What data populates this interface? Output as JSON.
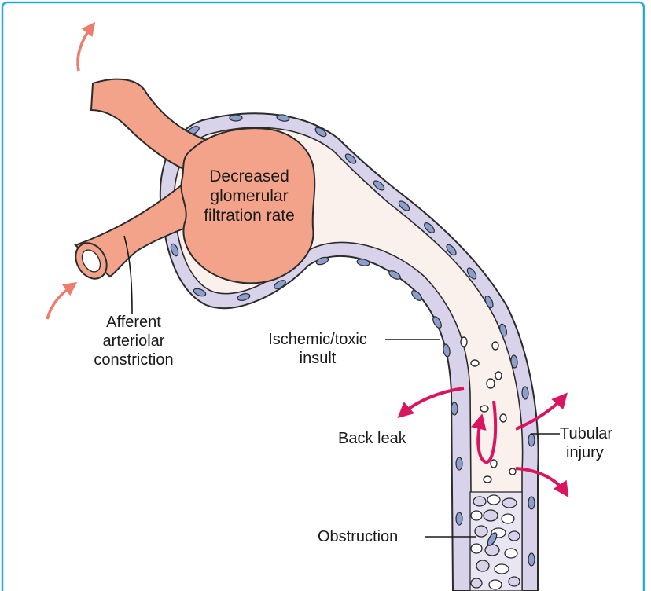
{
  "colors": {
    "frame": "#29a8e0",
    "vessel_fill": "#f2a38a",
    "vessel_stroke": "#2b2b2b",
    "tubule_fill": "#fbf1ec",
    "cell_fill": "#d8d2ea",
    "nucleus_fill": "#8b9fcf",
    "arrow_red": "#d8155e",
    "arrow_salmon": "#ec7c6c"
  },
  "labels": {
    "glomerulus": [
      "Decreased",
      "glomerular",
      "filtration rate"
    ],
    "afferent": [
      "Afferent",
      "arteriolar",
      "constriction"
    ],
    "insult": [
      "Ischemic/toxic",
      "insult"
    ],
    "back_leak": "Back leak",
    "tubular_injury": [
      "Tubular",
      "injury"
    ],
    "obstruction": "Obstruction"
  },
  "icons": {
    "flow_in": "arrow-icon",
    "flow_out": "arrow-icon",
    "back_leak": "curved-arrow-icon",
    "tubular_injury": "curved-arrow-icon"
  }
}
